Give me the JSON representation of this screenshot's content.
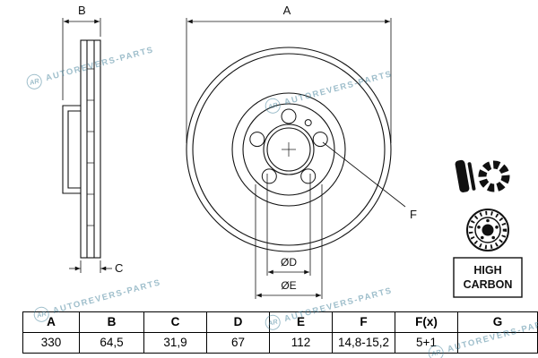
{
  "drawing": {
    "labels": {
      "a": "A",
      "b": "B",
      "c": "C",
      "d": "ØD",
      "e": "ØE",
      "f": "F"
    },
    "badge": {
      "line1": "HIGH",
      "line2": "CARBON"
    },
    "line_color": "#111111"
  },
  "watermark": {
    "logo_text": "AR",
    "text": "AUTOREVERS-PARTS",
    "color": "#3F7F98"
  },
  "table": {
    "headers": [
      "A",
      "B",
      "C",
      "D",
      "E",
      "F",
      "F(x)",
      "G"
    ],
    "values": [
      "330",
      "64,5",
      "31,9",
      "67",
      "112",
      "14,8-15,2",
      "5+1",
      ""
    ]
  }
}
